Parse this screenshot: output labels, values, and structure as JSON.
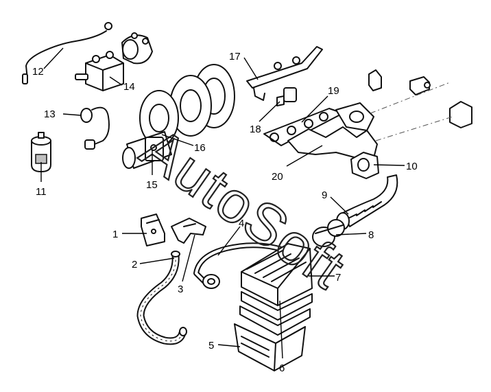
{
  "watermark": "AutoSoft",
  "callouts": {
    "c1": "1",
    "c2": "2",
    "c3": "3",
    "c4": "4",
    "c5": "5",
    "c6": "6",
    "c7": "7",
    "c8": "8",
    "c9": "9",
    "c10": "10",
    "c11": "11",
    "c12": "12",
    "c13": "13",
    "c14": "14",
    "c15": "15",
    "c16": "16",
    "c17": "17",
    "c18": "18",
    "c19": "19",
    "c20": "20"
  }
}
